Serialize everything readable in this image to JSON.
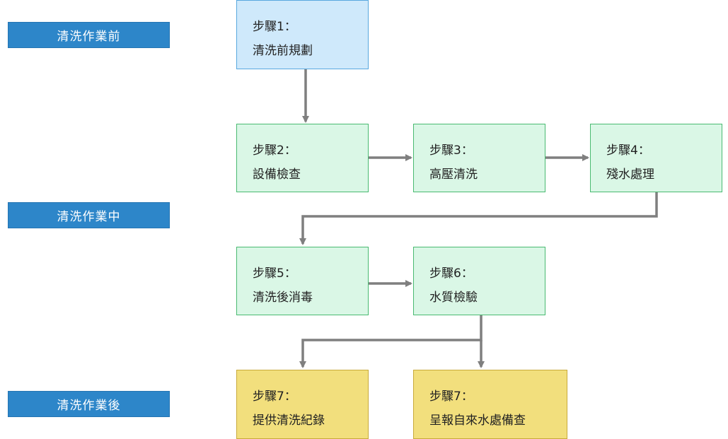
{
  "phases": {
    "before": "清洗作業前",
    "during": "清洗作業中",
    "after": "清洗作業後"
  },
  "steps": {
    "s1": {
      "label": "步驟1：",
      "title": "清洗前規劃"
    },
    "s2": {
      "label": "步驟2：",
      "title": "設備檢查"
    },
    "s3": {
      "label": "步驟3：",
      "title": "高壓清洗"
    },
    "s4": {
      "label": "步驟4：",
      "title": "殘水處理"
    },
    "s5": {
      "label": "步驟5：",
      "title": "清洗後消毒"
    },
    "s6": {
      "label": "步驟6：",
      "title": "水質檢驗"
    },
    "s7a": {
      "label": "步驟7：",
      "title": "提供清洗紀錄"
    },
    "s7b": {
      "label": "步驟7：",
      "title": "呈報自來水處備查"
    }
  },
  "colors": {
    "phase": "#2d86c9",
    "before": "#cfe9fb",
    "during": "#daf7e6",
    "after": "#f2df7d",
    "connector": "#7f7f7f"
  }
}
